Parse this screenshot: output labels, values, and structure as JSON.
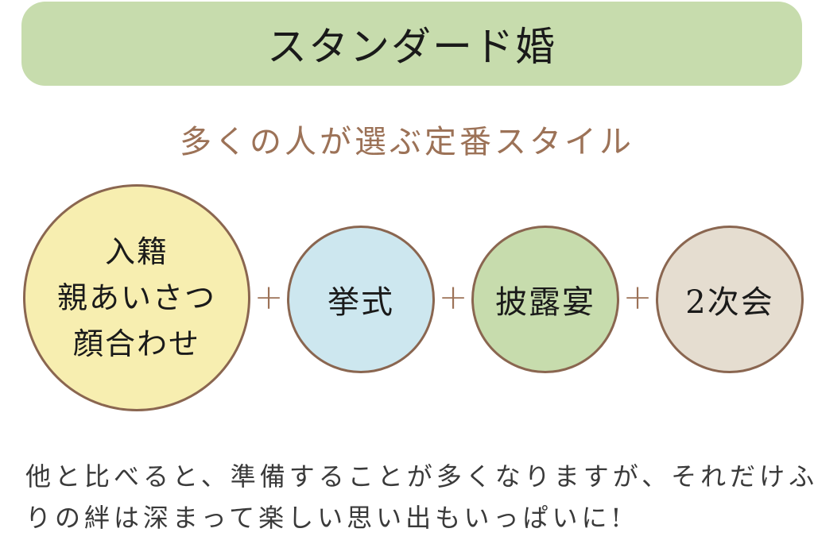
{
  "colors": {
    "title_bg": "#c7dcad",
    "subtitle": "#9c7257",
    "circle_border": "#8a6650",
    "plus": "#9c7257",
    "circle_1": "#f7eeb0",
    "circle_2": "#cde7ef",
    "circle_3": "#c7dcad",
    "circle_4": "#e5ddd0"
  },
  "title": "スタンダード婚",
  "subtitle": "多くの人が選ぶ定番スタイル",
  "circles": [
    {
      "lines": [
        "入籍",
        "親あいさつ",
        "顔合わせ"
      ]
    },
    {
      "text": "挙式"
    },
    {
      "text": "披露宴"
    },
    {
      "text": "2次会"
    }
  ],
  "plus_sign": "+",
  "description": [
    "他と比べると、準備することが多くなりますが、それだけふた",
    "りの絆は深まって楽しい思い出もいっぱいに!"
  ]
}
